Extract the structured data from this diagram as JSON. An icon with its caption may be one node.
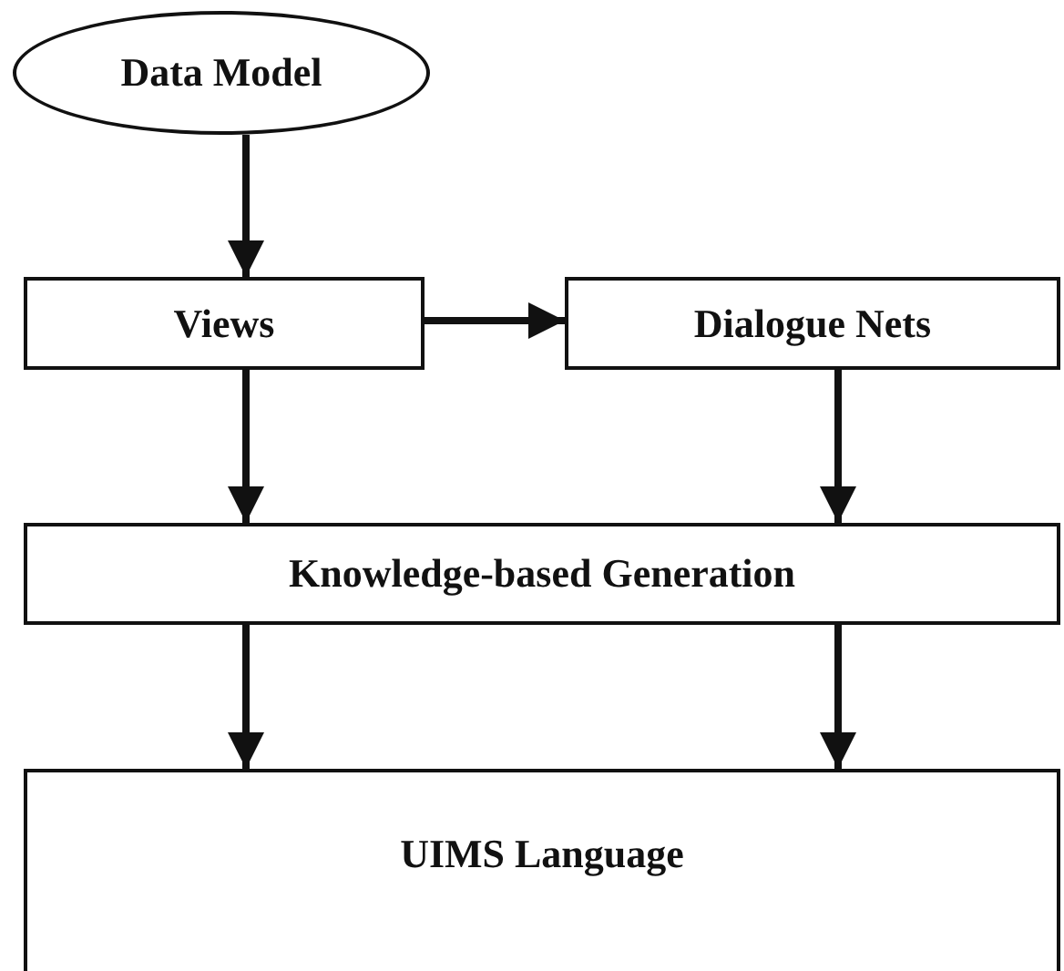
{
  "diagram": {
    "nodes": [
      {
        "text": [
          "Data Model"
        ]
      },
      {
        "text": [
          "Views"
        ]
      },
      {
        "text": [
          "Dialogue Nets"
        ]
      },
      {
        "text": [
          "Knowledge-based Generation"
        ]
      },
      {
        "text": [
          "UIMS Language"
        ]
      }
    ],
    "edges": [
      {
        "from": 0,
        "to": 1,
        "arrow": "to"
      },
      {
        "from": 1,
        "to": 2,
        "arrow": "to"
      },
      {
        "from": 1,
        "to": 3,
        "arrow": "to"
      },
      {
        "from": 2,
        "to": 3,
        "arrow": "to"
      },
      {
        "from": 3,
        "to": 4,
        "arrow": "to"
      },
      {
        "from": 3,
        "to": 4,
        "arrow": "to"
      }
    ]
  }
}
